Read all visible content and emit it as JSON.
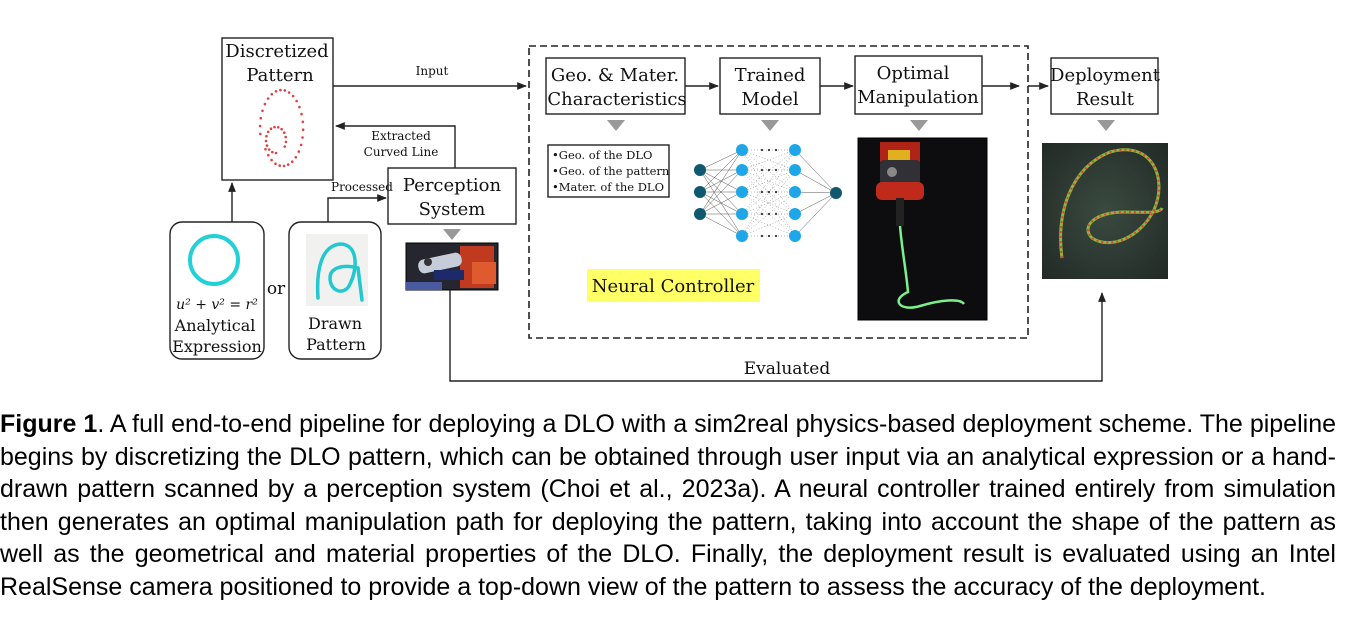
{
  "diagram": {
    "discretized_pattern": [
      "Discretized",
      "Pattern"
    ],
    "input_label": "Input",
    "extracted_label": [
      "Extracted",
      "Curved Line"
    ],
    "processed_label": "Processed",
    "perception_system": [
      "Perception",
      "System"
    ],
    "analytical_equation": "u² + v² = r²",
    "analytical_label": [
      "Analytical",
      "Expression"
    ],
    "or_label": "or",
    "drawn_label": [
      "Drawn",
      "Pattern"
    ],
    "geo_mater": [
      "Geo. & Mater.",
      "Characteristics"
    ],
    "trained_model": [
      "Trained",
      "Model"
    ],
    "optimal_manipulation": [
      "Optimal",
      "Manipulation"
    ],
    "deployment_result": [
      "Deployment",
      "Result"
    ],
    "bullets": [
      "•Geo. of the DLO",
      "•Geo. of the pattern",
      "•Mater. of the DLO"
    ],
    "neural_controller": "Neural Controller",
    "evaluated_label": "Evaluated",
    "colors": {
      "highlight": "#ffff66",
      "cyan": "#22d0d8",
      "node_blue": "#1ea7e8",
      "node_dark": "#0f5870",
      "dots_red": "#e04040"
    }
  },
  "caption": {
    "label": "Figure 1",
    "text": ". A full end-to-end pipeline for deploying a DLO with a sim2real physics-based deployment scheme. The pipeline begins by discretizing the DLO pattern, which can be obtained through user input via an analytical expression or a hand-drawn pattern scanned by a perception system (Choi et al., 2023a). A neural controller trained entirely from simulation then generates an optimal manipulation path for deploying the pattern, taking into account the shape of the pattern as well as the geometrical and material properties of the DLO. Finally, the deployment result is evaluated using an Intel RealSense camera positioned to provide a top-down view of the pattern to assess the accuracy of the deployment."
  }
}
